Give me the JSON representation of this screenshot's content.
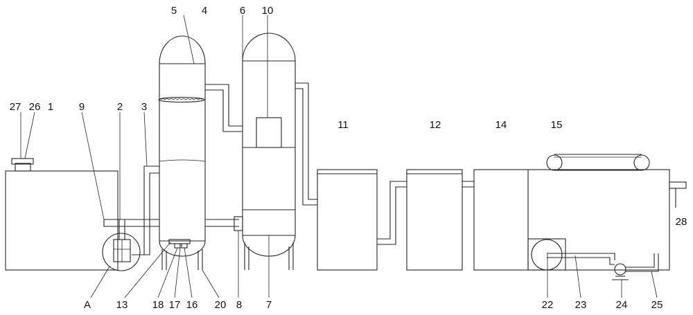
{
  "diagram": {
    "labels": {
      "l1": "1",
      "l2": "2",
      "l3": "3",
      "l4": "4",
      "l5": "5",
      "l6": "6",
      "l7": "7",
      "l8": "8",
      "l9": "9",
      "l10": "10",
      "l11": "11",
      "l12": "12",
      "l13": "13",
      "l14": "14",
      "l15": "15",
      "l16": "16",
      "l17": "17",
      "l18": "18",
      "l20": "20",
      "l22": "22",
      "l23": "23",
      "l24": "24",
      "l25": "25",
      "l26": "26",
      "l27": "27",
      "l28": "28",
      "lA": "A"
    }
  }
}
